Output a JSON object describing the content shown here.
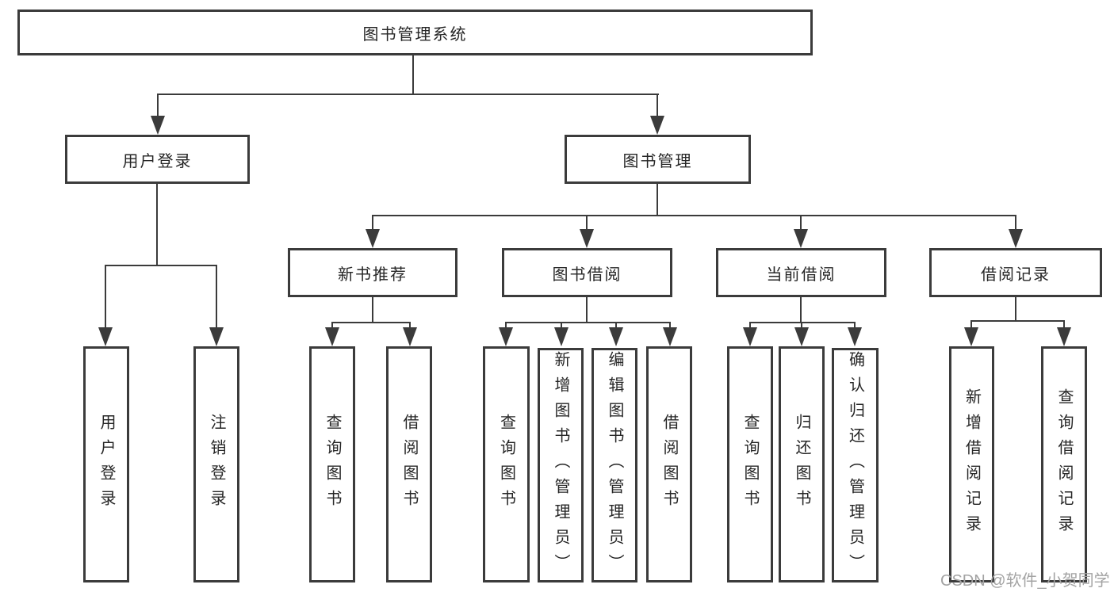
{
  "diagram": {
    "type": "hierarchy-tree",
    "title": "图书管理系统",
    "nodes": {
      "root": "图书管理系统",
      "user_login": "用户登录",
      "book_management": "图书管理",
      "new_book_recommend": "新书推荐",
      "book_borrowing": "图书借阅",
      "current_borrowing": "当前借阅",
      "borrowing_records": "借阅记录",
      "leaf_user_login": "用户登录",
      "leaf_logout": "注销登录",
      "leaf_rec_query_books": "查询图书",
      "leaf_rec_borrow_books": "借阅图书",
      "leaf_bb_query_books": "查询图书",
      "leaf_bb_add_books": "新增图书（管理员）",
      "leaf_bb_edit_books": "编辑图书（管理员）",
      "leaf_bb_borrow_books": "借阅图书",
      "leaf_cb_query_books": "查询图书",
      "leaf_cb_return_books": "归还图书",
      "leaf_cb_confirm_return": "确认归还（管理员）",
      "leaf_br_add_record": "新增借阅记录",
      "leaf_br_query_record": "查询借阅记录"
    },
    "hierarchy": {
      "图书管理系统": {
        "用户登录": [
          "用户登录",
          "注销登录"
        ],
        "图书管理": {
          "新书推荐": [
            "查询图书",
            "借阅图书"
          ],
          "图书借阅": [
            "查询图书",
            "新增图书（管理员）",
            "编辑图书（管理员）",
            "借阅图书"
          ],
          "当前借阅": [
            "查询图书",
            "归还图书",
            "确认归还（管理员）"
          ],
          "借阅记录": [
            "新增借阅记录",
            "查询借阅记录"
          ]
        }
      }
    },
    "colors": {
      "line": "#3b3b3b",
      "border": "#3b3b3b",
      "text": "#262626",
      "background": "#ffffff",
      "watermark": "#a3a3a3"
    }
  },
  "watermark": "CSDN @软件_小贺同学"
}
